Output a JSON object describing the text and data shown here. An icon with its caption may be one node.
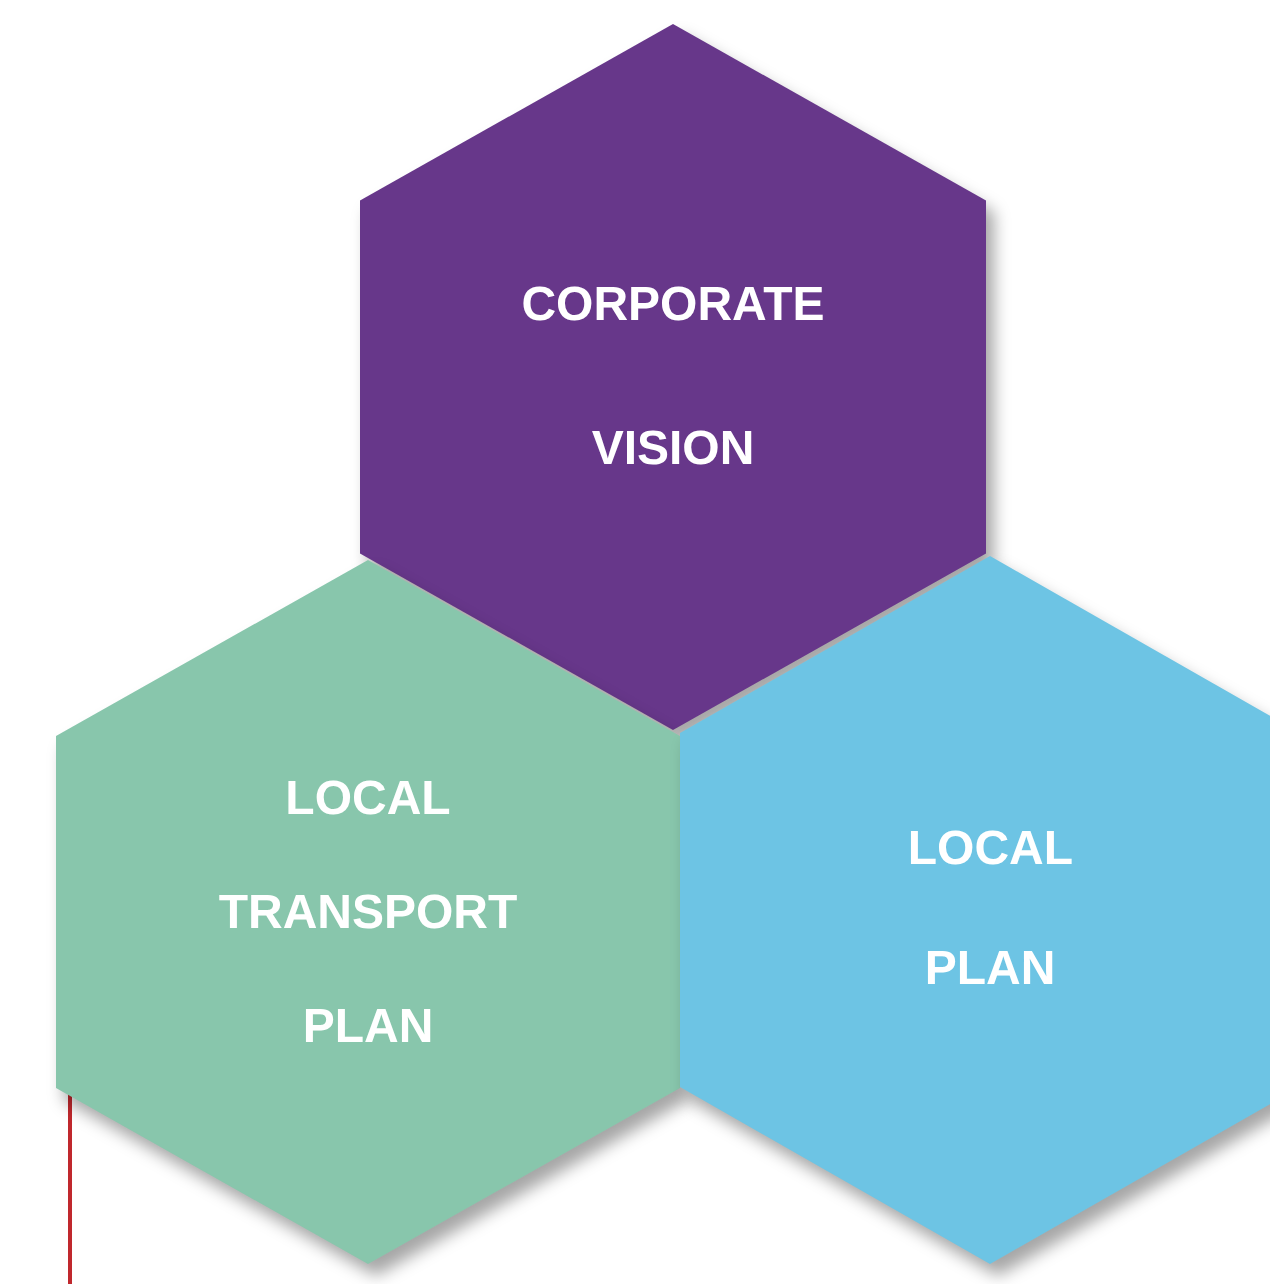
{
  "diagram": {
    "nodes": [
      {
        "text": [
          "CORPORATE VISION"
        ]
      },
      {
        "text": [
          "LOCAL TRANSPORT PLAN"
        ]
      },
      {
        "text": [
          "LOCAL PLAN"
        ]
      }
    ]
  }
}
